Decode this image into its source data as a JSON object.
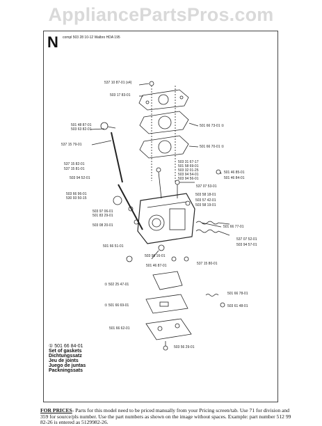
{
  "watermark": "AppliancePartsPros.com",
  "section_letter": "N",
  "header_text": "compl 503 28 10-12  Walbro HDA 195",
  "legend": {
    "part": "① 501 66 84-01",
    "lines": [
      "Set of gaskets",
      "Dichtungssatz",
      "Jeu de joints",
      "Juego de juntas",
      "Packningssats"
    ]
  },
  "footer": {
    "lead": "FOR PRICES",
    "text": "- Parts for this model need to be priced manually from your Pricing screen/tab. Use 71 for division and 359 for source/pls number.  Use the part numbers as shown on the image without spaces.  Example: part number 512 99 82-26 is entered as 5129982-26."
  },
  "labels": [
    {
      "id": "l1",
      "text": "537 10 87-01 (x4)"
    },
    {
      "id": "l2",
      "text": "503 17 83-01"
    },
    {
      "id": "l3",
      "text": "501 66 73-01 ①"
    },
    {
      "id": "l4",
      "text": "501 48 87-01"
    },
    {
      "id": "l5",
      "text": "503 63 82-01"
    },
    {
      "id": "l6",
      "text": "501 66 70-01 ①"
    },
    {
      "id": "l7",
      "text": "537 15 79-01"
    },
    {
      "id": "l8",
      "text": "537 15 82-01"
    },
    {
      "id": "l9",
      "text": "537 15 81-01"
    },
    {
      "id": "l10",
      "text": "503 31 67-17"
    },
    {
      "id": "l11",
      "text": "501 58 69-01"
    },
    {
      "id": "l12",
      "text": "503 32 01-25"
    },
    {
      "id": "l13",
      "text": "503 94 54-01"
    },
    {
      "id": "l14",
      "text": "503 94 56-01"
    },
    {
      "id": "l15",
      "text": "503 94 52-01"
    },
    {
      "id": "l16",
      "text": "501 46 85-01"
    },
    {
      "id": "l17",
      "text": "501 46 84-01"
    },
    {
      "id": "l18",
      "text": "537 07 53-01"
    },
    {
      "id": "l19",
      "text": "503 66 96-01"
    },
    {
      "id": "l20",
      "text": "530 93 50-15"
    },
    {
      "id": "l21",
      "text": "503 58 18-01"
    },
    {
      "id": "l22",
      "text": "503 57 42-01"
    },
    {
      "id": "l23",
      "text": "503 58 19-01"
    },
    {
      "id": "l24",
      "text": "503 97 06-01"
    },
    {
      "id": "l25",
      "text": "501 83 29-01"
    },
    {
      "id": "l26",
      "text": "503 08 20-01"
    },
    {
      "id": "l27",
      "text": "501 66 77-01"
    },
    {
      "id": "l28",
      "text": "537 07 52-01"
    },
    {
      "id": "l29",
      "text": "503 94 57-01"
    },
    {
      "id": "l30",
      "text": "501 66 51-01"
    },
    {
      "id": "l31",
      "text": "503 98 16-01"
    },
    {
      "id": "l32",
      "text": "537 15 80-01"
    },
    {
      "id": "l33",
      "text": "501 46 87-01"
    },
    {
      "id": "l34",
      "text": "① 502 25 47-01"
    },
    {
      "id": "l35",
      "text": "501 66 78-01"
    },
    {
      "id": "l36",
      "text": "① 501 66 69-01"
    },
    {
      "id": "l37",
      "text": "503 61 48-01"
    },
    {
      "id": "l38",
      "text": "501 66 62-01"
    },
    {
      "id": "l39",
      "text": "503 56 29-01"
    }
  ]
}
